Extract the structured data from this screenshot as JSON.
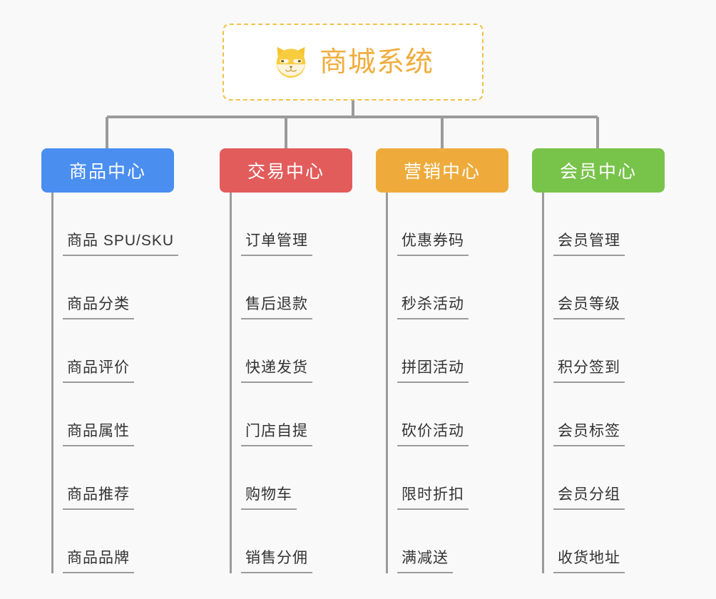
{
  "background_color": "#f9f9fa",
  "root": {
    "title": "商城系统",
    "icon": "shiba-dog-icon",
    "border_color": "#f2c14a",
    "text_color": "#f0ad3e",
    "fill_color": "#ffffff"
  },
  "connector_color": "#9b9b9b",
  "columns": [
    {
      "label": "商品中心",
      "color": "#4a8ef0",
      "items": [
        "商品 SPU/SKU",
        "商品分类",
        "商品评价",
        "商品属性",
        "商品推荐",
        "商品品牌"
      ]
    },
    {
      "label": "交易中心",
      "color": "#e25c5c",
      "items": [
        "订单管理",
        "售后退款",
        "快递发货",
        "门店自提",
        "购物车",
        "销售分佣"
      ]
    },
    {
      "label": "营销中心",
      "color": "#eeab3c",
      "items": [
        "优惠券码",
        "秒杀活动",
        "拼团活动",
        "砍价活动",
        "限时折扣",
        "满减送"
      ]
    },
    {
      "label": "会员中心",
      "color": "#78c34a",
      "items": [
        "会员管理",
        "会员等级",
        "积分签到",
        "会员标签",
        "会员分组",
        "收货地址"
      ]
    }
  ]
}
